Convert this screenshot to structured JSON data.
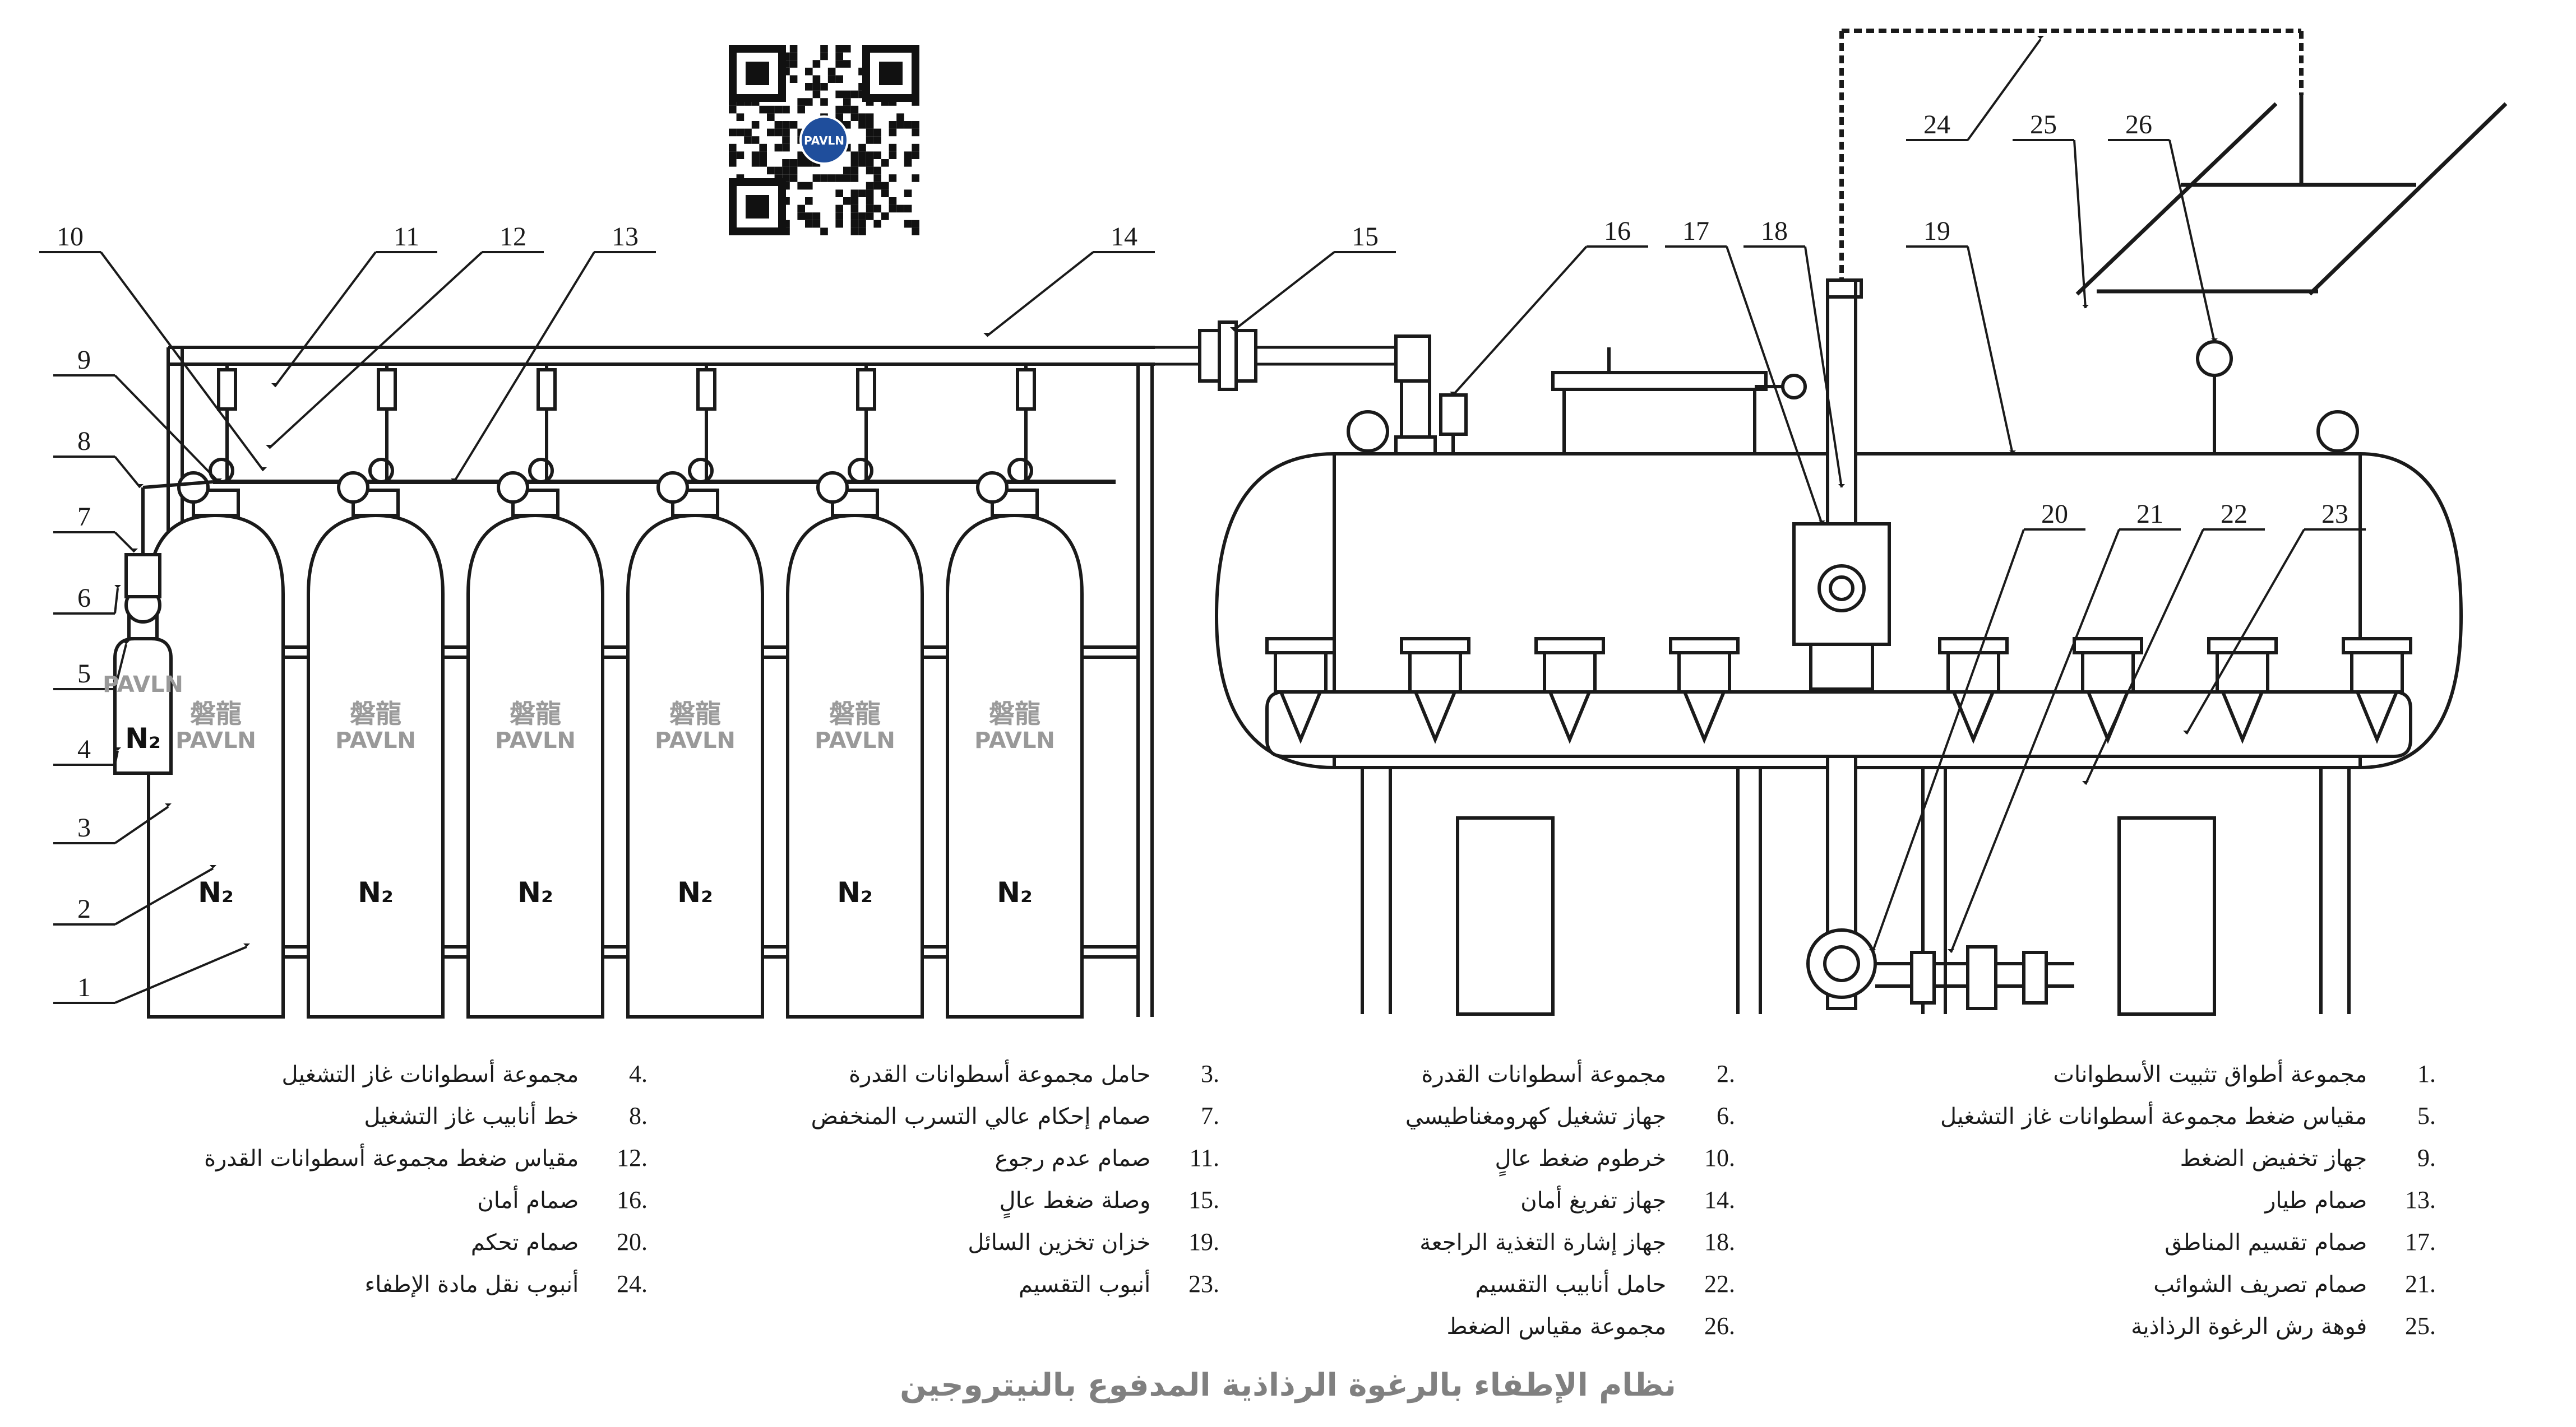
{
  "title": "نظام الإطفاء بالرغوة الرذاذية المدفوع بالنيتروجين",
  "cylinder_label": "N₂",
  "small_cylinder_label": "N₂",
  "brand_text": "PAVLN",
  "brand_cn": "磐龍",
  "qr_logo": "PAVLN",
  "callouts": [
    "1",
    "2",
    "3",
    "4",
    "5",
    "6",
    "7",
    "8",
    "9",
    "10",
    "11",
    "12",
    "13",
    "14",
    "15",
    "16",
    "17",
    "18",
    "19",
    "20",
    "21",
    "22",
    "23",
    "24",
    "25",
    "26"
  ],
  "legend": {
    "col1": [
      {
        "num": "1.",
        "text": "مجموعة أطواق تثبيت الأسطوانات"
      },
      {
        "num": "5.",
        "text": "مقياس ضغط مجموعة أسطوانات غاز التشغيل"
      },
      {
        "num": "9.",
        "text": "جهاز تخفيض الضغط"
      },
      {
        "num": "13.",
        "text": "صمام طيار"
      },
      {
        "num": "17.",
        "text": "صمام تقسيم المناطق"
      },
      {
        "num": "21.",
        "text": "صمام تصريف الشوائب"
      },
      {
        "num": "25.",
        "text": "فوهة رش الرغوة الرذاذية"
      }
    ],
    "col2": [
      {
        "num": "2.",
        "text": "مجموعة أسطوانات القدرة"
      },
      {
        "num": "6.",
        "text": "جهاز تشغيل كهرومغناطيسي"
      },
      {
        "num": "10.",
        "text": "خرطوم ضغط عالٍ"
      },
      {
        "num": "14.",
        "text": "جهاز تفريغ أمان"
      },
      {
        "num": "18.",
        "text": "جهاز إشارة التغذية الراجعة"
      },
      {
        "num": "22.",
        "text": "حامل أنابيب التقسيم"
      },
      {
        "num": "26.",
        "text": "مجموعة مقياس الضغط"
      }
    ],
    "col3": [
      {
        "num": "3.",
        "text": "حامل مجموعة أسطوانات القدرة"
      },
      {
        "num": "7.",
        "text": "صمام إحكام عالي التسرب المنخفض"
      },
      {
        "num": "11.",
        "text": "صمام عدم رجوع"
      },
      {
        "num": "15.",
        "text": "وصلة ضغط عالٍ"
      },
      {
        "num": "19.",
        "text": "خزان تخزين السائل"
      },
      {
        "num": "23.",
        "text": "أنبوب التقسيم"
      }
    ],
    "col4": [
      {
        "num": "4.",
        "text": "مجموعة أسطوانات غاز التشغيل"
      },
      {
        "num": "8.",
        "text": "خط أنابيب غاز التشغيل"
      },
      {
        "num": "12.",
        "text": "مقياس ضغط مجموعة أسطوانات القدرة"
      },
      {
        "num": "16.",
        "text": "صمام أمان"
      },
      {
        "num": "20.",
        "text": "صمام تحكم"
      },
      {
        "num": "24.",
        "text": "أنبوب نقل مادة الإطفاء"
      }
    ]
  },
  "colors": {
    "line": "#1a1a1a",
    "brand": "#999999",
    "title": "#808080"
  }
}
